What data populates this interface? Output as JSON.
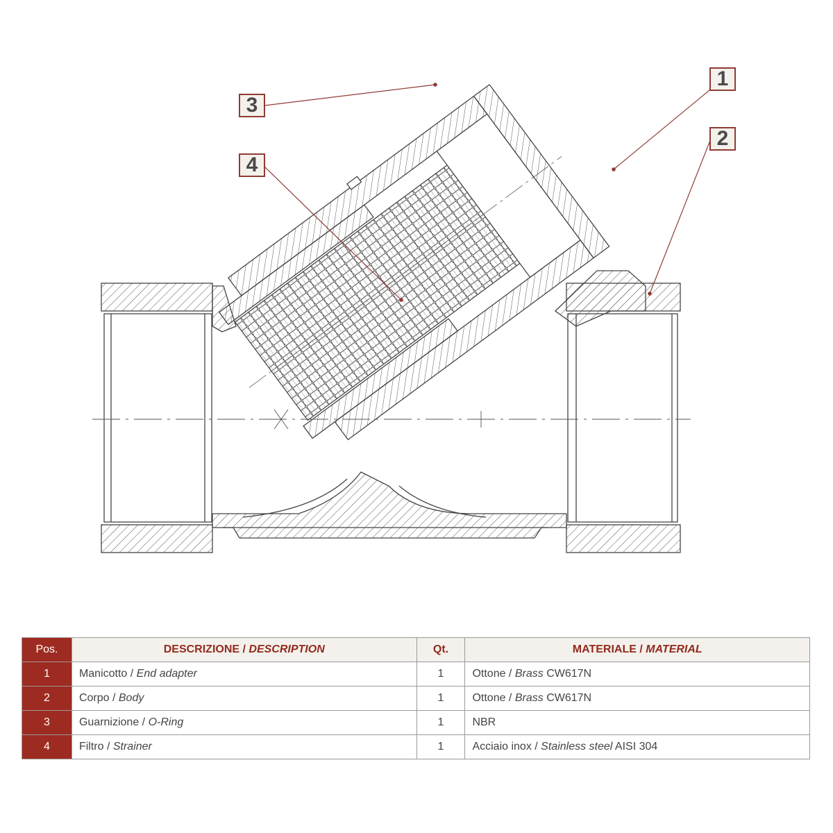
{
  "callouts": [
    {
      "number": "1"
    },
    {
      "number": "2"
    },
    {
      "number": "3"
    },
    {
      "number": "4"
    }
  ],
  "table": {
    "headers": {
      "pos": "Pos.",
      "desc_it": "DESCRIZIONE",
      "desc_sep": " / ",
      "desc_en": "DESCRIPTION",
      "qty": "Qt.",
      "mat_it": "MATERIALE",
      "mat_sep": " / ",
      "mat_en": "MATERIAL"
    },
    "rows": [
      {
        "pos": "1",
        "desc_it": "Manicotto",
        "desc_en": "End adapter",
        "qty": "1",
        "mat_it": "Ottone",
        "mat_en": "Brass",
        "mat_code": "CW617N"
      },
      {
        "pos": "2",
        "desc_it": "Corpo",
        "desc_en": "Body",
        "qty": "1",
        "mat_it": "Ottone",
        "mat_en": "Brass",
        "mat_code": "CW617N"
      },
      {
        "pos": "3",
        "desc_it": "Guarnizione",
        "desc_en": "O-Ring",
        "qty": "1",
        "mat_it": "",
        "mat_en": "",
        "mat_code": "NBR"
      },
      {
        "pos": "4",
        "desc_it": "Filtro",
        "desc_en": "Strainer",
        "qty": "1",
        "mat_it": "Acciaio inox",
        "mat_en": "Stainless steel",
        "mat_code": "AISI 304"
      }
    ]
  },
  "colors": {
    "accent": "#9e2b21",
    "header_bg": "#f4f1ec",
    "line": "#4a4a4a"
  }
}
